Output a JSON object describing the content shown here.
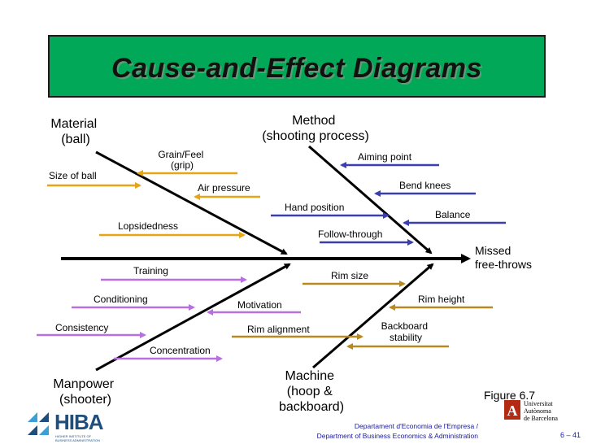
{
  "title": "Cause-and-Effect Diagrams",
  "effect": [
    "Missed",
    "free-throws"
  ],
  "categories": {
    "material": [
      "Material",
      "(ball)"
    ],
    "method": [
      "Method",
      "(shooting process)"
    ],
    "manpower": [
      "Manpower",
      "(shooter)"
    ],
    "machine": [
      "Machine",
      "(hoop &",
      "backboard)"
    ]
  },
  "causes": {
    "grain": [
      "Grain/Feel",
      "(grip)"
    ],
    "size_of_ball": "Size of ball",
    "air_pressure": "Air pressure",
    "lopsidedness": "Lopsidedness",
    "aiming_point": "Aiming point",
    "bend_knees": "Bend knees",
    "hand_position": "Hand position",
    "balance": "Balance",
    "follow_through": "Follow-through",
    "training": "Training",
    "conditioning": "Conditioning",
    "motivation": "Motivation",
    "consistency": "Consistency",
    "concentration": "Concentration",
    "rim_size": "Rim size",
    "rim_height": "Rim height",
    "rim_alignment": "Rim alignment",
    "backboard_stability": [
      "Backboard",
      "stability"
    ]
  },
  "colors": {
    "material": "#e8a417",
    "method": "#3a3fb0",
    "manpower": "#b870e0",
    "machine": "#b8891e",
    "title_bg": "#00a857",
    "footer": "#1a1aa0"
  },
  "figure_label": "Figure 6.7",
  "footer": {
    "line1": "Departament d'Economia de l'Empresa",
    "slash": "/",
    "line2": "Department of Business Economics & Administration",
    "page": "6 – 41"
  },
  "logos": {
    "hiba": "HIBA",
    "hiba_sub": [
      "HIGHER INSTITUTE OF",
      "BUSINESS ADMINISTRATION"
    ],
    "uab_letter": "A",
    "uab_text": [
      "Universitat",
      "Autònoma",
      "de Barcelona"
    ]
  }
}
